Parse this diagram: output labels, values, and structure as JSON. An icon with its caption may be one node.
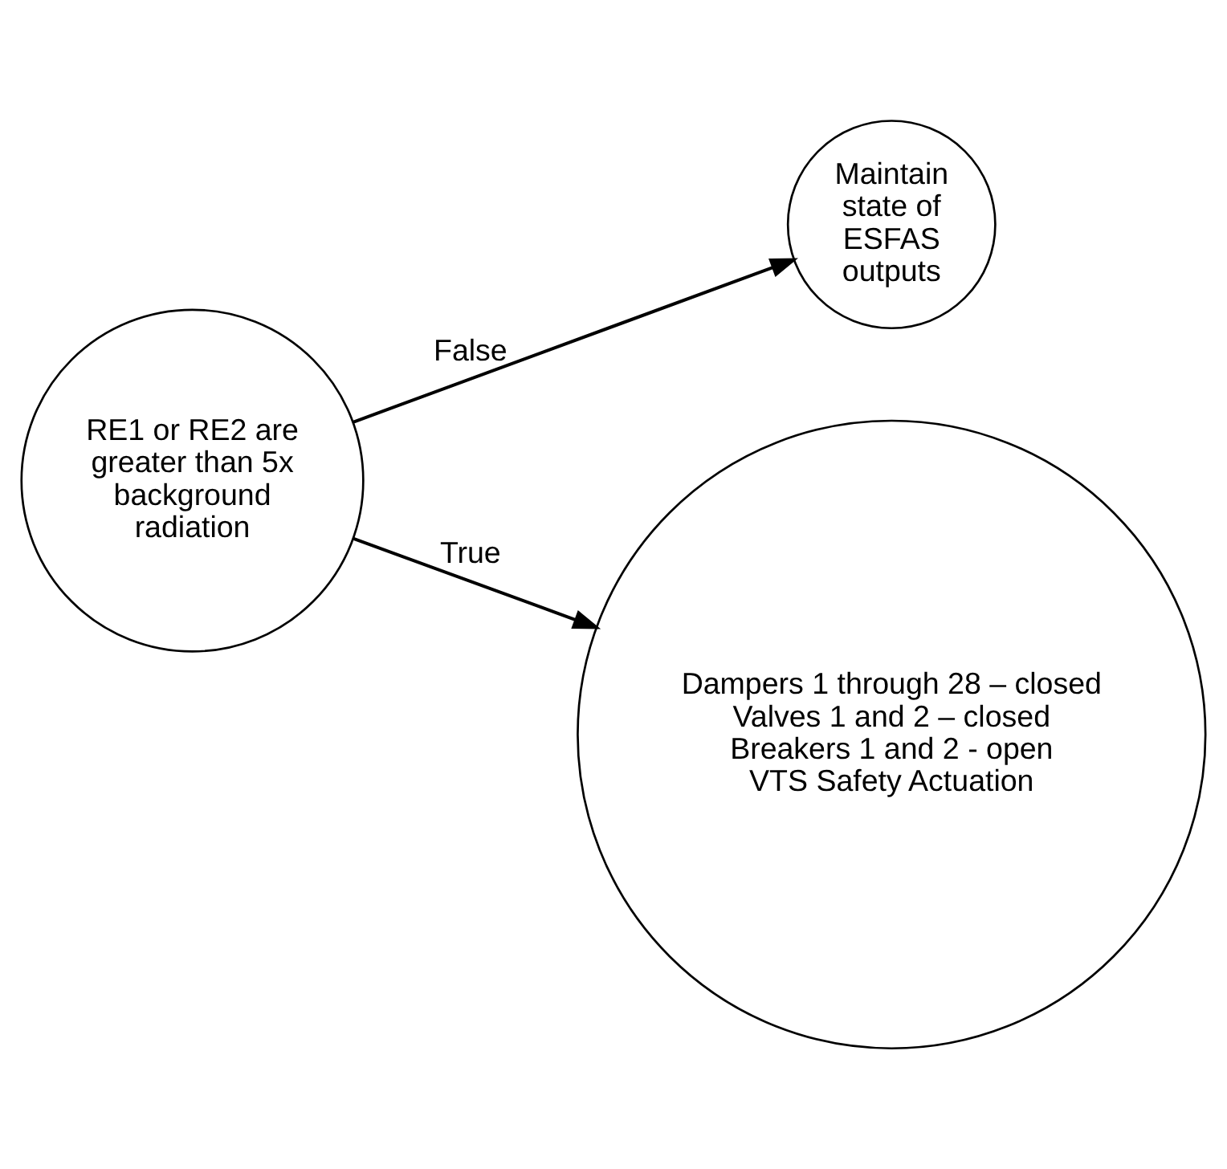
{
  "diagram": {
    "nodes": [
      {
        "text": [
          "RE1 or RE2 are greater than 5x background radiation"
        ]
      },
      {
        "text": [
          "Maintain state of ESFAS outputs"
        ]
      },
      {
        "text": [
          "Dampers 1 through 28 – closed",
          "Valves 1 and 2 – closed",
          "Breakers 1 and 2 - open",
          "VTS Safety Actuation"
        ]
      }
    ],
    "edges": [
      {
        "from": 0,
        "to": 1,
        "arrow": "to",
        "label": "False"
      },
      {
        "from": 0,
        "to": 2,
        "arrow": "to",
        "label": "True"
      }
    ]
  }
}
